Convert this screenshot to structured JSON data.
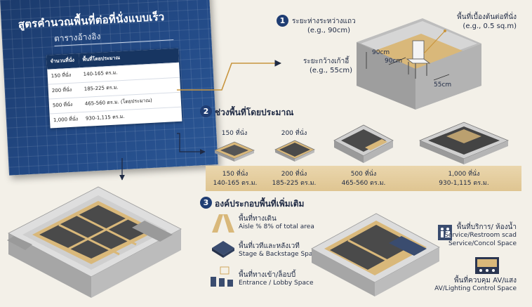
{
  "header": {
    "title": "สูตรคำนวณพื้นที่ต่อที่นั่งแบบเร็ว",
    "subtitle": "ตารางอ้างอิง"
  },
  "reference_table": {
    "headers": [
      "จำนวนที่นั่ง",
      "พื้นที่โดยประมาณ"
    ],
    "rows": [
      [
        "150 ที่นั่ง",
        "140-165 ตร.ม."
      ],
      [
        "200 ที่นั่ง",
        "185-225 ตร.ม."
      ],
      [
        "500 ที่นั่ง",
        "465-560 ตร.ม. (โดยประมาณ)"
      ],
      [
        "1,000 ที่นั่ง",
        "930-1,115 ตร.ม."
      ]
    ]
  },
  "section1": {
    "number": "1",
    "row_spacing_label": "ระยะห่างระหว่างแถว",
    "row_spacing_example": "(e.g., 90cm)",
    "seat_width_label": "ระยะกว้างเก้าอี้",
    "seat_width_example": "(e.g., 55cm)",
    "area_per_seat_label": "พื้นที่เบื้องต้นต่อที่นั่ง",
    "area_per_seat_example": "(e.g., 0.5 sq.m)",
    "dim_90_a": "90cm",
    "dim_90_b": "90cm",
    "dim_55": "55cm"
  },
  "section2": {
    "number": "2",
    "title": "ช่วงพื้นที่โดยประมาณ",
    "tiers": [
      {
        "top": "150 ที่นั่ง",
        "count": "150 ที่นั่ง",
        "area": "140-165 ตร.ม."
      },
      {
        "top": "200 ที่นั่ง",
        "count": "200 ที่นั่ง",
        "area": "185-225 ตร.ม."
      },
      {
        "top": "",
        "count": "500 ที่นั่ง",
        "area": "465-560 ตร.ม."
      },
      {
        "top": "",
        "count": "1,000 ที่นั่ง",
        "area": "930-1,115 ตร.ม."
      }
    ]
  },
  "section3": {
    "number": "3",
    "title": "องค์ประกอบพื้นที่เพิ่มเติม",
    "aisle_th": "พื้นที่ทางเดิน",
    "aisle_en": "Aisle % 8% of total area",
    "stage_th": "พื้นที่เวทีและหลังเวที",
    "stage_en": "Stage & Backstage Space",
    "entrance_th": "พื้นที่ทางเข้า/ล็อบบี้",
    "entrance_en": "Entrance / Lobby Space",
    "service_th": "พื้นที่บริการ/ ห้องน้ำ",
    "service_en1": "Service/Restroom scad",
    "service_en2": "Service/Concol Space",
    "av_th": "พื้นที่ควบคุม AV/แสง",
    "av_en": "AV/Lighting Control Space"
  },
  "colors": {
    "navy": "#1f3d73",
    "blueprint": "#234a86",
    "floor_tan": "#d9b87a",
    "wall_gray": "#c9c9c9",
    "orange_line": "#c8953e"
  }
}
